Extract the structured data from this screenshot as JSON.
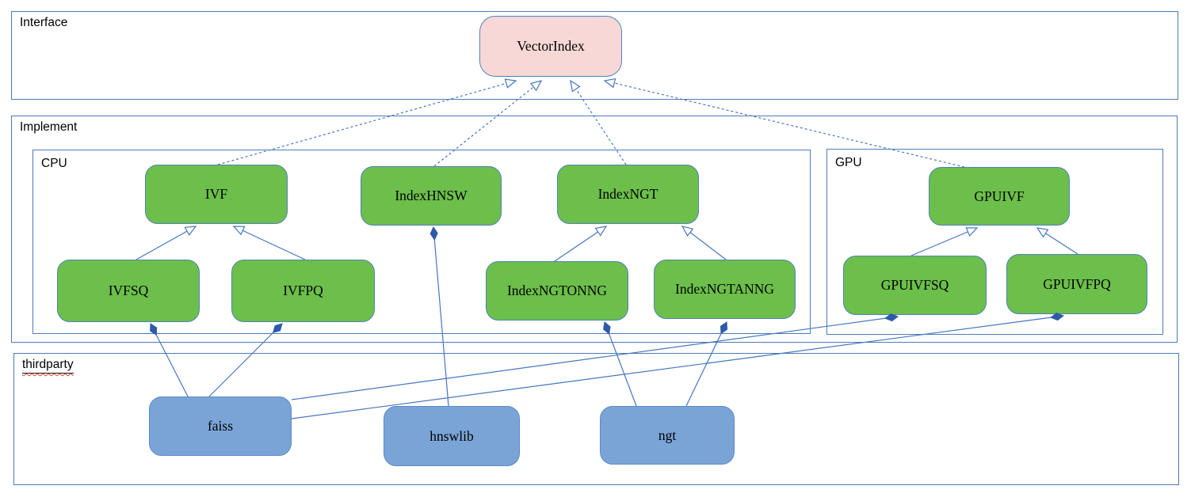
{
  "diagram": {
    "groups": {
      "interface": {
        "label": "Interface"
      },
      "implement": {
        "label": "Implement"
      },
      "cpu": {
        "label": "CPU"
      },
      "gpu": {
        "label": "GPU"
      },
      "thirdparty": {
        "label": "thirdparty"
      }
    },
    "nodes": {
      "vectorindex": {
        "label": "VectorIndex",
        "kind": "interface",
        "group": "interface"
      },
      "ivf": {
        "label": "IVF",
        "kind": "implementation",
        "group": "cpu"
      },
      "indexhnsw": {
        "label": "IndexHNSW",
        "kind": "implementation",
        "group": "cpu"
      },
      "indexngt": {
        "label": "IndexNGT",
        "kind": "implementation",
        "group": "cpu"
      },
      "ivfsq": {
        "label": "IVFSQ",
        "kind": "implementation",
        "group": "cpu"
      },
      "ivfpq": {
        "label": "IVFPQ",
        "kind": "implementation",
        "group": "cpu"
      },
      "indexngtonng": {
        "label": "IndexNGTONNG",
        "kind": "implementation",
        "group": "cpu"
      },
      "indexngtanng": {
        "label": "IndexNGTANNG",
        "kind": "implementation",
        "group": "cpu"
      },
      "gpuivf": {
        "label": "GPUIVF",
        "kind": "implementation",
        "group": "gpu"
      },
      "gpuivfsq": {
        "label": "GPUIVFSQ",
        "kind": "implementation",
        "group": "gpu"
      },
      "gpuivfpq": {
        "label": "GPUIVFPQ",
        "kind": "implementation",
        "group": "gpu"
      },
      "faiss": {
        "label": "faiss",
        "kind": "thirdparty",
        "group": "thirdparty"
      },
      "hnswlib": {
        "label": "hnswlib",
        "kind": "thirdparty",
        "group": "thirdparty"
      },
      "ngt": {
        "label": "ngt",
        "kind": "thirdparty",
        "group": "thirdparty"
      }
    },
    "edges": [
      {
        "from": "IVF",
        "to": "VectorIndex",
        "style": "dashed",
        "head": "hollow-triangle"
      },
      {
        "from": "IndexHNSW",
        "to": "VectorIndex",
        "style": "dashed",
        "head": "hollow-triangle"
      },
      {
        "from": "IndexNGT",
        "to": "VectorIndex",
        "style": "dashed",
        "head": "hollow-triangle"
      },
      {
        "from": "GPUIVF",
        "to": "VectorIndex",
        "style": "dashed",
        "head": "hollow-triangle"
      },
      {
        "from": "IVFSQ",
        "to": "IVF",
        "style": "solid",
        "head": "hollow-triangle"
      },
      {
        "from": "IVFPQ",
        "to": "IVF",
        "style": "solid",
        "head": "hollow-triangle"
      },
      {
        "from": "IndexNGTONNG",
        "to": "IndexNGT",
        "style": "solid",
        "head": "hollow-triangle"
      },
      {
        "from": "IndexNGTANNG",
        "to": "IndexNGT",
        "style": "solid",
        "head": "hollow-triangle"
      },
      {
        "from": "GPUIVFSQ",
        "to": "GPUIVF",
        "style": "solid",
        "head": "hollow-triangle"
      },
      {
        "from": "GPUIVFPQ",
        "to": "GPUIVF",
        "style": "solid",
        "head": "hollow-triangle"
      },
      {
        "from": "faiss",
        "to": "IVFSQ",
        "style": "solid",
        "head": "filled-diamond"
      },
      {
        "from": "faiss",
        "to": "IVFPQ",
        "style": "solid",
        "head": "filled-diamond"
      },
      {
        "from": "faiss",
        "to": "GPUIVFSQ",
        "style": "solid",
        "head": "filled-diamond"
      },
      {
        "from": "faiss",
        "to": "GPUIVFPQ",
        "style": "solid",
        "head": "filled-diamond"
      },
      {
        "from": "hnswlib",
        "to": "IndexHNSW",
        "style": "solid",
        "head": "filled-diamond"
      },
      {
        "from": "ngt",
        "to": "IndexNGTONNG",
        "style": "solid",
        "head": "filled-diamond"
      },
      {
        "from": "ngt",
        "to": "IndexNGTANNG",
        "style": "solid",
        "head": "filled-diamond"
      }
    ],
    "colors": {
      "container_border": "#4d7bb5",
      "connector": "#4576c0",
      "interface_node_fill": "#f8d8d6",
      "implement_node_fill": "#6cbf4a",
      "thirdparty_node_fill": "#7aa4d6",
      "node_border": "#4f81bd",
      "diamond_fill": "#2e5aa8",
      "spellcheck_underline": "#e03c31"
    }
  }
}
